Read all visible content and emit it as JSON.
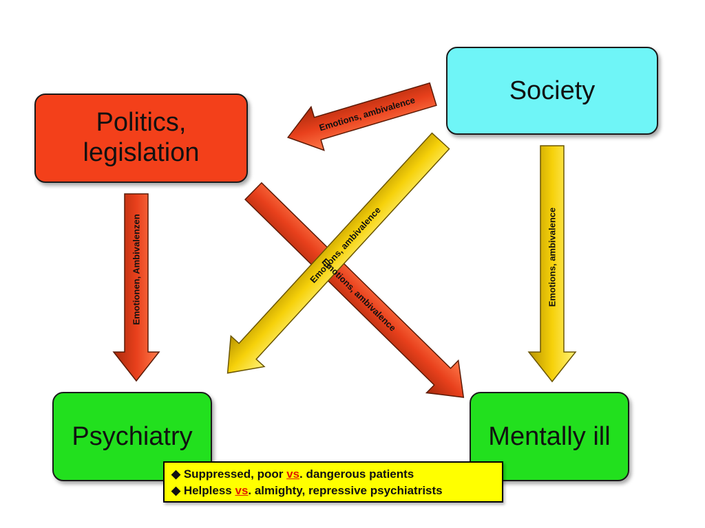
{
  "colors": {
    "society": "#6ff5f7",
    "politics": "#f3401a",
    "care": "#22e01e",
    "red_arrow": "#e8401c",
    "yellow_arrow": "#f6d10a",
    "note_bg": "#ffff00",
    "vs_text": "#e01b00"
  },
  "nodes": {
    "society": "Society",
    "politics_line1": "Politics,",
    "politics_line2": "legislation",
    "psychiatry": "Psychiatry",
    "mentally_ill": "Mentally ill"
  },
  "arrows": {
    "society_to_politics": "Emotions, ambivalence",
    "politics_to_psychiatry": "Emotionen, Ambivalenzen",
    "politics_to_mentally_ill": "Emotions, ambivalence",
    "society_to_psychiatry": "Emotions, ambivalence",
    "society_to_mentally_ill": "Emotions, ambivalence"
  },
  "note": {
    "line1": {
      "bullet": "◆",
      "before": "Suppressed, poor",
      "vs": "vs",
      "after": ". dangerous patients"
    },
    "line2": {
      "bullet": "◆",
      "before": "Helpless",
      "vs": "vs",
      "after": ". almighty, repressive psychiatrists"
    }
  }
}
